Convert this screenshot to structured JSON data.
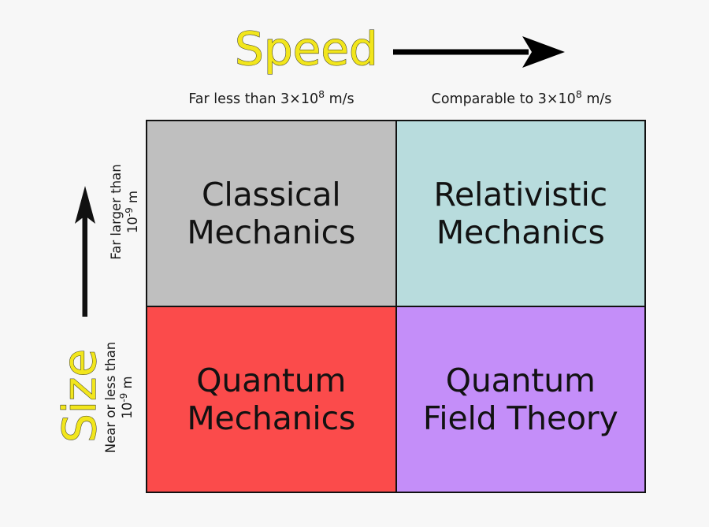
{
  "background_color": "#f7f7f7",
  "axes": {
    "horizontal": {
      "title": "Speed",
      "title_color": "#f2e61c",
      "arrow_direction": "right",
      "arrow_color": "#000000",
      "categories": [
        "Far less than 3×10⁸ m/s",
        "Comparable to 3×10⁸ m/s"
      ],
      "category_parts": [
        {
          "text": "Far less than 3×10",
          "sup": "8",
          "tail": " m/s"
        },
        {
          "text": "Comparable to 3×10",
          "sup": "8",
          "tail": " m/s"
        }
      ]
    },
    "vertical": {
      "title": "Size",
      "title_color": "#f2e61c",
      "arrow_direction": "up",
      "arrow_color": "#000000",
      "categories": [
        "Far larger than 10⁻⁹ m",
        "Near or less than 10⁻⁹ m"
      ],
      "category_parts": [
        {
          "line1": "Far larger than",
          "line2_base": "10",
          "line2_sup": "-9",
          "line2_tail": " m"
        },
        {
          "line1": "Near or less than",
          "line2_base": "10",
          "line2_sup": "-9",
          "line2_tail": " m"
        }
      ]
    }
  },
  "quadrants": [
    {
      "id": "classical-mechanics",
      "line1": "Classical",
      "line2": "Mechanics",
      "color": "#bfbfbf",
      "row": "Far larger than 10⁻⁹ m",
      "column": "Far less than 3×10⁸ m/s"
    },
    {
      "id": "relativistic-mechanics",
      "line1": "Relativistic",
      "line2": "Mechanics",
      "color": "#b8dcdd",
      "row": "Far larger than 10⁻⁹ m",
      "column": "Comparable to 3×10⁸ m/s"
    },
    {
      "id": "quantum-mechanics",
      "line1": "Quantum",
      "line2": "Mechanics",
      "color": "#fb4b4b",
      "row": "Near or less than 10⁻⁹ m",
      "column": "Far less than 3×10⁸ m/s"
    },
    {
      "id": "quantum-field-theory",
      "line1": "Quantum",
      "line2": "Field Theory",
      "color": "#c48ef9",
      "row": "Near or less than 10⁻⁹ m",
      "column": "Comparable to 3×10⁸ m/s"
    }
  ]
}
